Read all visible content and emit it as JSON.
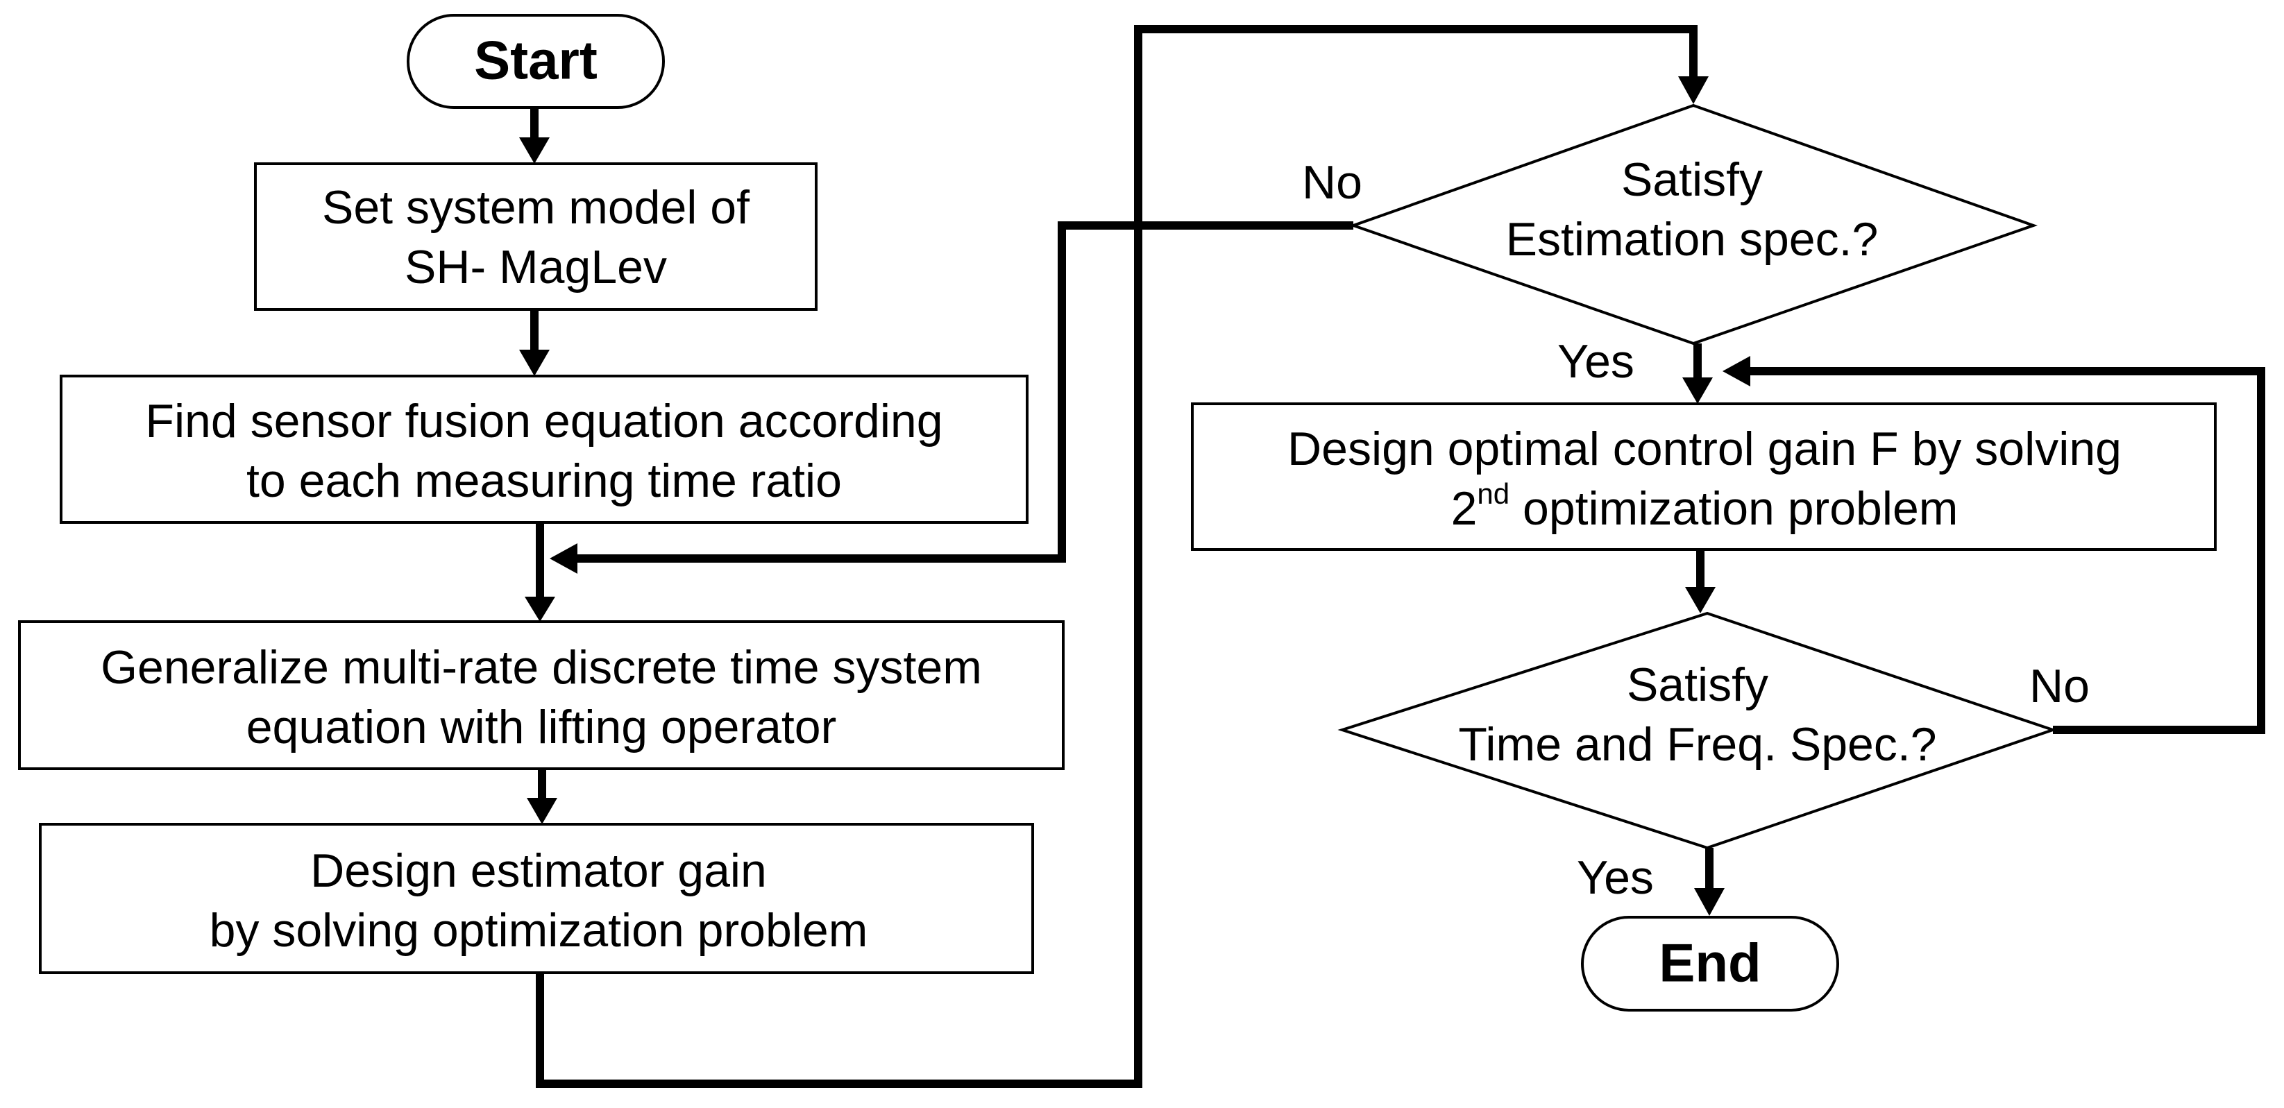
{
  "diagram": {
    "nodes": {
      "start": {
        "label": "Start"
      },
      "set_model": {
        "lines": [
          "Set system model of",
          "SH- MagLev"
        ]
      },
      "fusion": {
        "lines": [
          "Find sensor fusion equation according",
          "to each measuring time ratio"
        ]
      },
      "generalize": {
        "lines": [
          "Generalize multi-rate discrete time system",
          "equation with lifting operator"
        ]
      },
      "estimator": {
        "lines": [
          "Design estimator gain",
          "by solving optimization problem"
        ]
      },
      "decision_estimation": {
        "lines": [
          "Satisfy",
          "Estimation spec.?"
        ]
      },
      "control_gain": {
        "line1": "Design optimal control gain F by solving",
        "line2_base": "2",
        "line2_sup": "nd",
        "line2_rest": " optimization problem"
      },
      "decision_time_freq": {
        "lines": [
          "Satisfy",
          "Time and Freq. Spec.?"
        ]
      },
      "end": {
        "label": "End"
      }
    },
    "edge_labels": {
      "estimation_no": "No",
      "estimation_yes": "Yes",
      "timefreq_no": "No",
      "timefreq_yes": "Yes"
    }
  },
  "colors": {
    "stroke": "#000000",
    "background": "#ffffff"
  }
}
